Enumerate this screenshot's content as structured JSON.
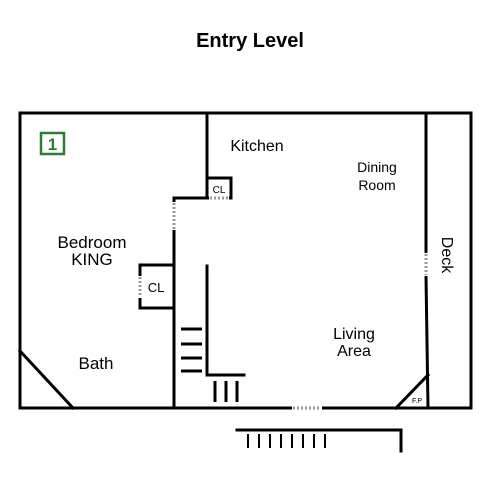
{
  "title": "Entry Level",
  "badge": {
    "label": "1",
    "color": "#2e7d32"
  },
  "rooms": {
    "kitchen": "Kitchen",
    "dining_line1": "Dining",
    "dining_line2": "Room",
    "bedroom_line1": "Bedroom",
    "bedroom_line2": "KING",
    "bath": "Bath",
    "living_line1": "Living",
    "living_line2": "Area",
    "deck": "Deck",
    "closet_kitchen": "CL",
    "closet_bedroom": "CL",
    "fireplace": "F.P"
  }
}
